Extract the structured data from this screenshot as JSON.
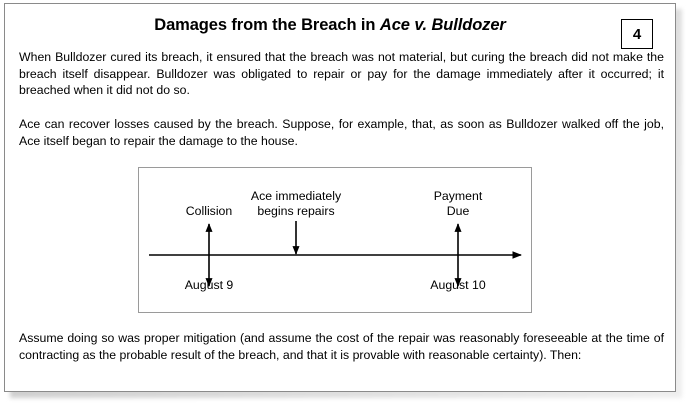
{
  "page": {
    "number": "4",
    "title_main": "Damages from the Breach in ",
    "title_case": "Ace v. Bulldozer"
  },
  "paragraphs": {
    "p1": "When Bulldozer cured its breach, it ensured that the breach was not material, but curing the breach did not make the breach itself disappear. Bulldozer was obligated to repair or pay for the damage immediately after it occurred; it breached when it did not do so.",
    "p2": "Ace can recover losses caused by the breach. Suppose, for example, that, as soon as Bulldozer walked off the job, Ace itself began to repair the damage to the house.",
    "p3": "Assume doing so was proper mitigation (and assume the cost of the repair was reasonably foreseeable at the time of contracting as the probable result of the breach, and that it is provable with reasonable certainty). Then:"
  },
  "figure": {
    "labels": {
      "collision": "Collision",
      "ace_repairs_line1": "Ace immediately",
      "ace_repairs_line2": "begins repairs",
      "payment_line1": "Payment",
      "payment_line2": "Due",
      "august9": "August 9",
      "august10": "August 10"
    }
  },
  "colors": {
    "ink": "#000000",
    "page_border": "#8a8a8a",
    "figure_border": "#9a9a9a",
    "page_background": "#ffffff"
  }
}
